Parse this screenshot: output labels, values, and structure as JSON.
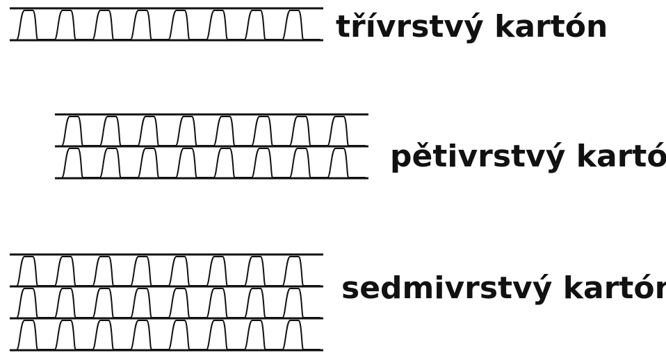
{
  "boards": [
    {
      "label": "třívrstvý kartón",
      "flute_layers": 1
    },
    {
      "label": "pětivrstvý kartón",
      "flute_layers": 2
    },
    {
      "label": "sedmivrstvý kartón",
      "flute_layers": 3
    }
  ],
  "colors": {
    "background": "#ffffff",
    "ink": "#111111"
  }
}
